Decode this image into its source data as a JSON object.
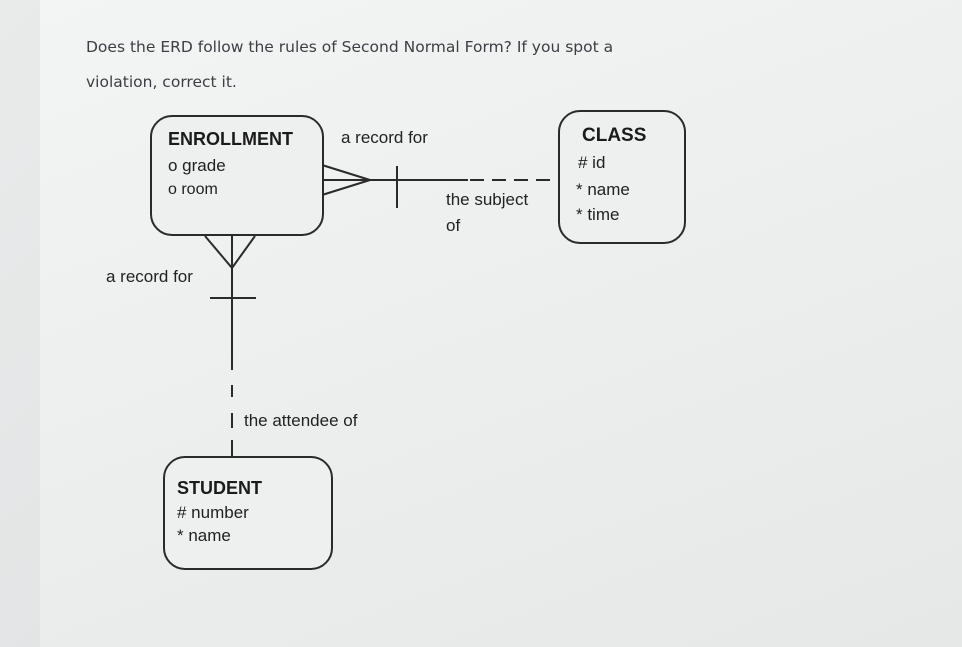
{
  "question": {
    "line1": "Does the ERD follow the rules of Second Normal Form? If you spot a",
    "line2": "violation, correct it."
  },
  "entities": {
    "enrollment": {
      "title": "ENROLLMENT",
      "attrs": [
        "o grade",
        "o room"
      ]
    },
    "class": {
      "title": "CLASS",
      "attrs": [
        "# id",
        "* name",
        "* time"
      ]
    },
    "student": {
      "title": "STUDENT",
      "attrs": [
        "# number",
        "* name"
      ]
    }
  },
  "relationships": {
    "enroll_class_top": "a record for",
    "enroll_class_bottom_1": "the subject",
    "enroll_class_bottom_2": "of",
    "enroll_student_top": "a record for",
    "enroll_student_bottom": "the attendee of"
  }
}
